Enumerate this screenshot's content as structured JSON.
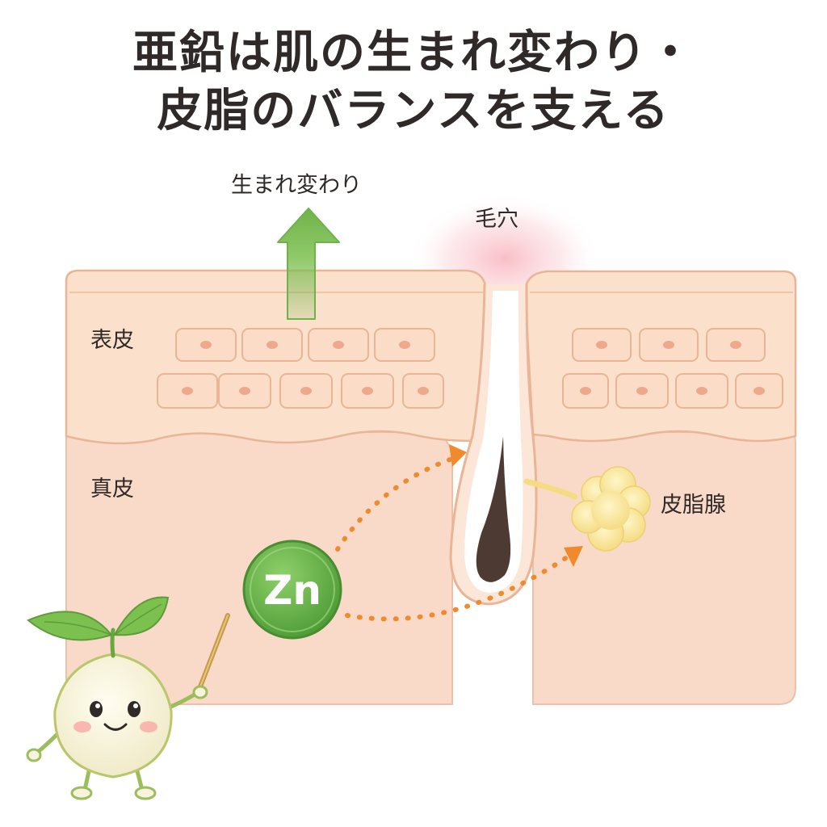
{
  "title": {
    "line1": "亜鉛は肌の生まれ変わり・",
    "line2": "皮脂のバランスを支える"
  },
  "labels": {
    "turnover": "生まれ変わり",
    "pore": "毛穴",
    "epidermis": "表皮",
    "dermis": "真皮",
    "sebaceous_gland": "皮脂腺"
  },
  "zinc": {
    "symbol": "Zn"
  },
  "colors": {
    "epidermis": "#fbe1cc",
    "dermis": "#f9d9c8",
    "skin_edge": "#e9b596",
    "cell_fill": "#fbdcc6",
    "cell_nucleus": "#eea98d",
    "arrow_green": "#6fb24a",
    "zinc_green": "#5aa43c",
    "dots_orange": "#f08a2c",
    "gland_yellow": "#f9e79a",
    "hair": "#4d3a33",
    "pore_glow": "#f7a9b4",
    "mascot_body": "#f7f3dc",
    "leaf_green": "#7cc04f"
  },
  "icons": [
    "up-arrow-icon",
    "zinc-badge-icon",
    "hair-icon",
    "sebaceous-gland-icon",
    "sprout-mascot-icon",
    "pointer-stick-icon"
  ]
}
